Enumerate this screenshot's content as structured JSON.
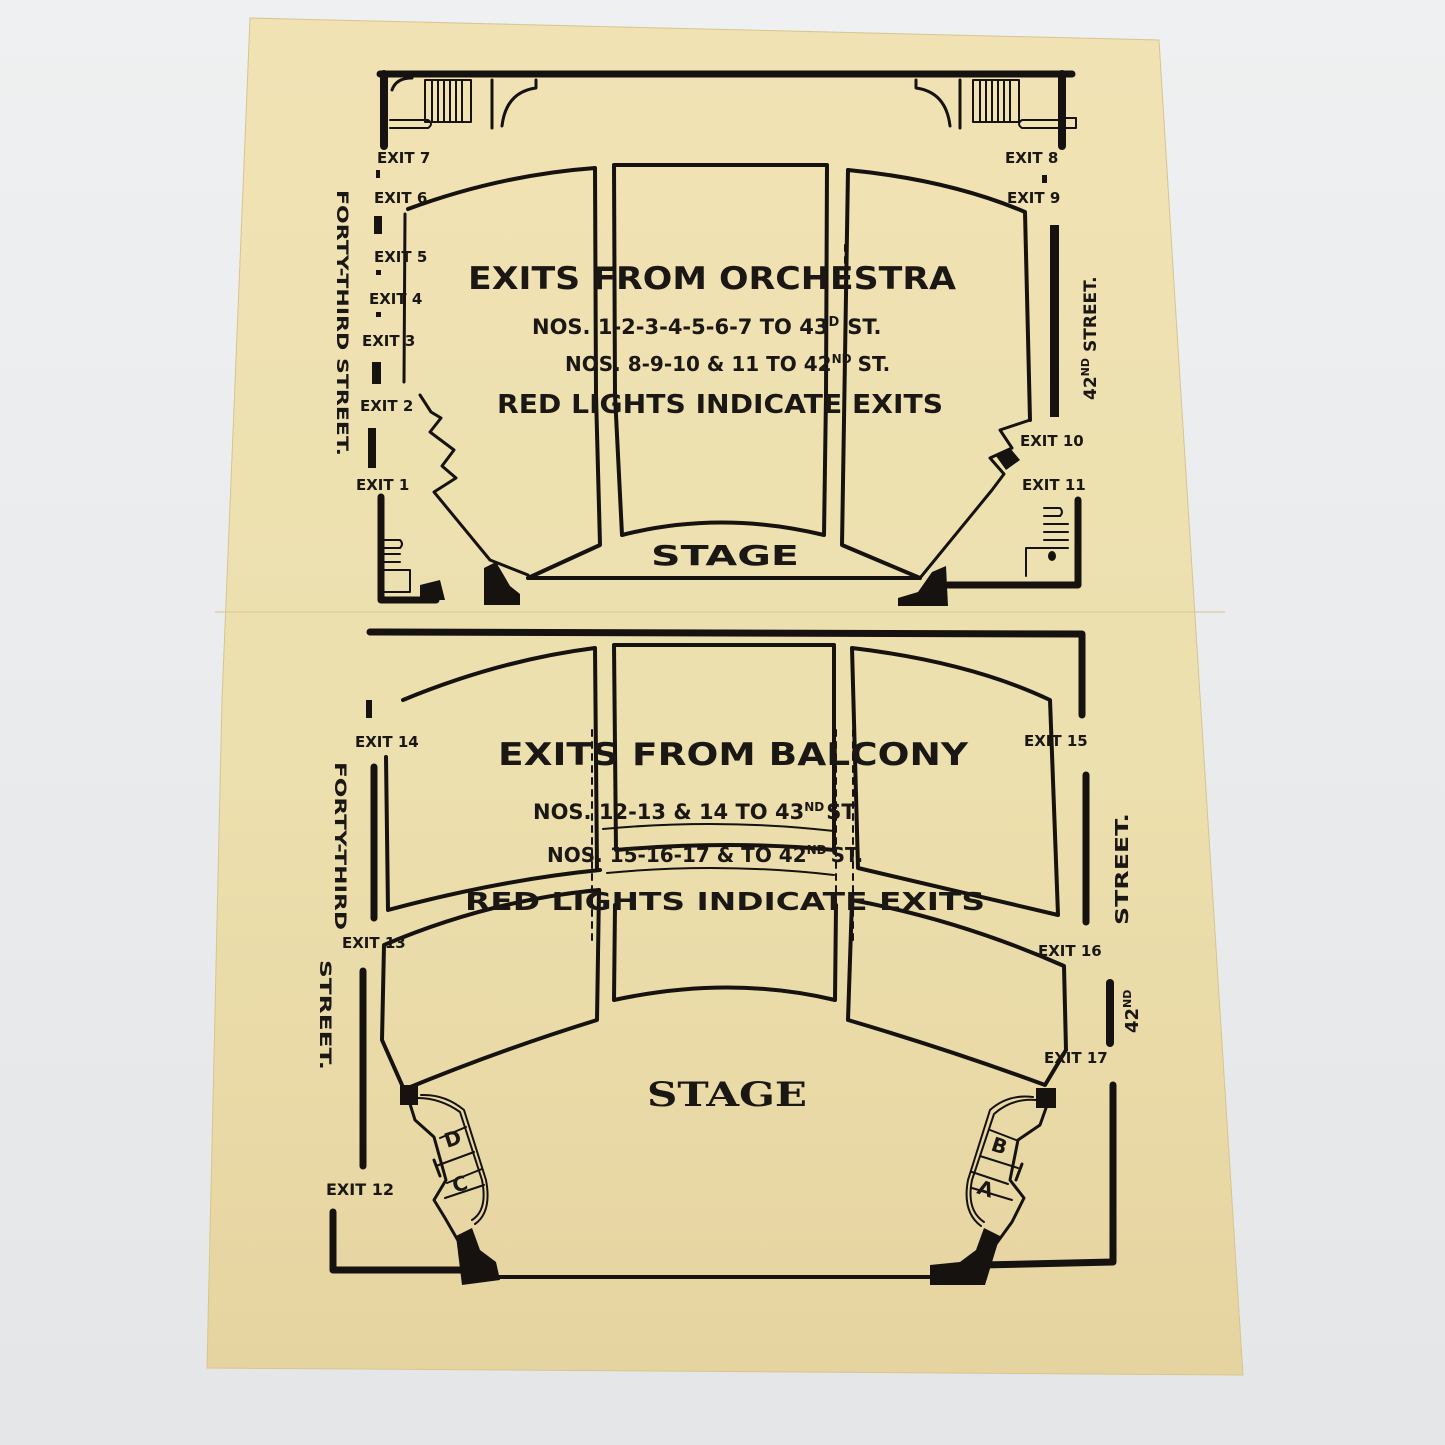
{
  "document": {
    "type": "theater exit diagram card",
    "paper_color": "#efdfae",
    "ink_color": "#151210",
    "background_color": "#e9ebed"
  },
  "orchestra": {
    "title": "EXITS FROM ORCHESTRA",
    "line1": "NOS. 1-2-3-4-5-6-7 TO 43",
    "line1_sup": "D",
    "line1_end": "ST.",
    "line2": "NOS. 8-9-10 & 11 TO 42",
    "line2_sup": "ND",
    "line2_end": "ST.",
    "line3": "RED LIGHTS INDICATE EXITS",
    "stage_label": "STAGE",
    "left_street": "FORTY-THIRD STREET.",
    "right_street_num": "42",
    "right_street_sup": "ND",
    "right_street_word": "STREET.",
    "exits": {
      "e1": "EXIT 1",
      "e2": "EXIT 2",
      "e3": "EXIT 3",
      "e4": "EXIT 4",
      "e5": "EXIT 5",
      "e6": "EXIT 6",
      "e7": "EXIT 7",
      "e8": "EXIT 8",
      "e9": "EXIT 9",
      "e10": "EXIT 10",
      "e11": "EXIT 11"
    }
  },
  "balcony": {
    "title": "EXITS FROM BALCONY",
    "line1": "NOS. 12-13 & 14 TO 43",
    "line1_sup": "ND",
    "line1_end": "ST.",
    "line2": "NOS. 15-16-17 & TO 42",
    "line2_sup": "ND",
    "line2_end": "ST.",
    "line3": "RED LIGHTS INDICATE EXITS",
    "stage_label": "STAGE",
    "left_street_top": "FORTY-THIRD",
    "left_street_bottom": "STREET.",
    "right_street_word": "STREET.",
    "right_street_num": "42",
    "right_street_sup": "ND",
    "boxes": {
      "a": "A",
      "b": "B",
      "c": "C",
      "d": "D"
    },
    "exits": {
      "e12": "EXIT 12",
      "e13": "EXIT 13",
      "e14": "EXIT 14",
      "e15": "EXIT 15",
      "e16": "EXIT 16",
      "e17": "EXIT 17"
    }
  }
}
